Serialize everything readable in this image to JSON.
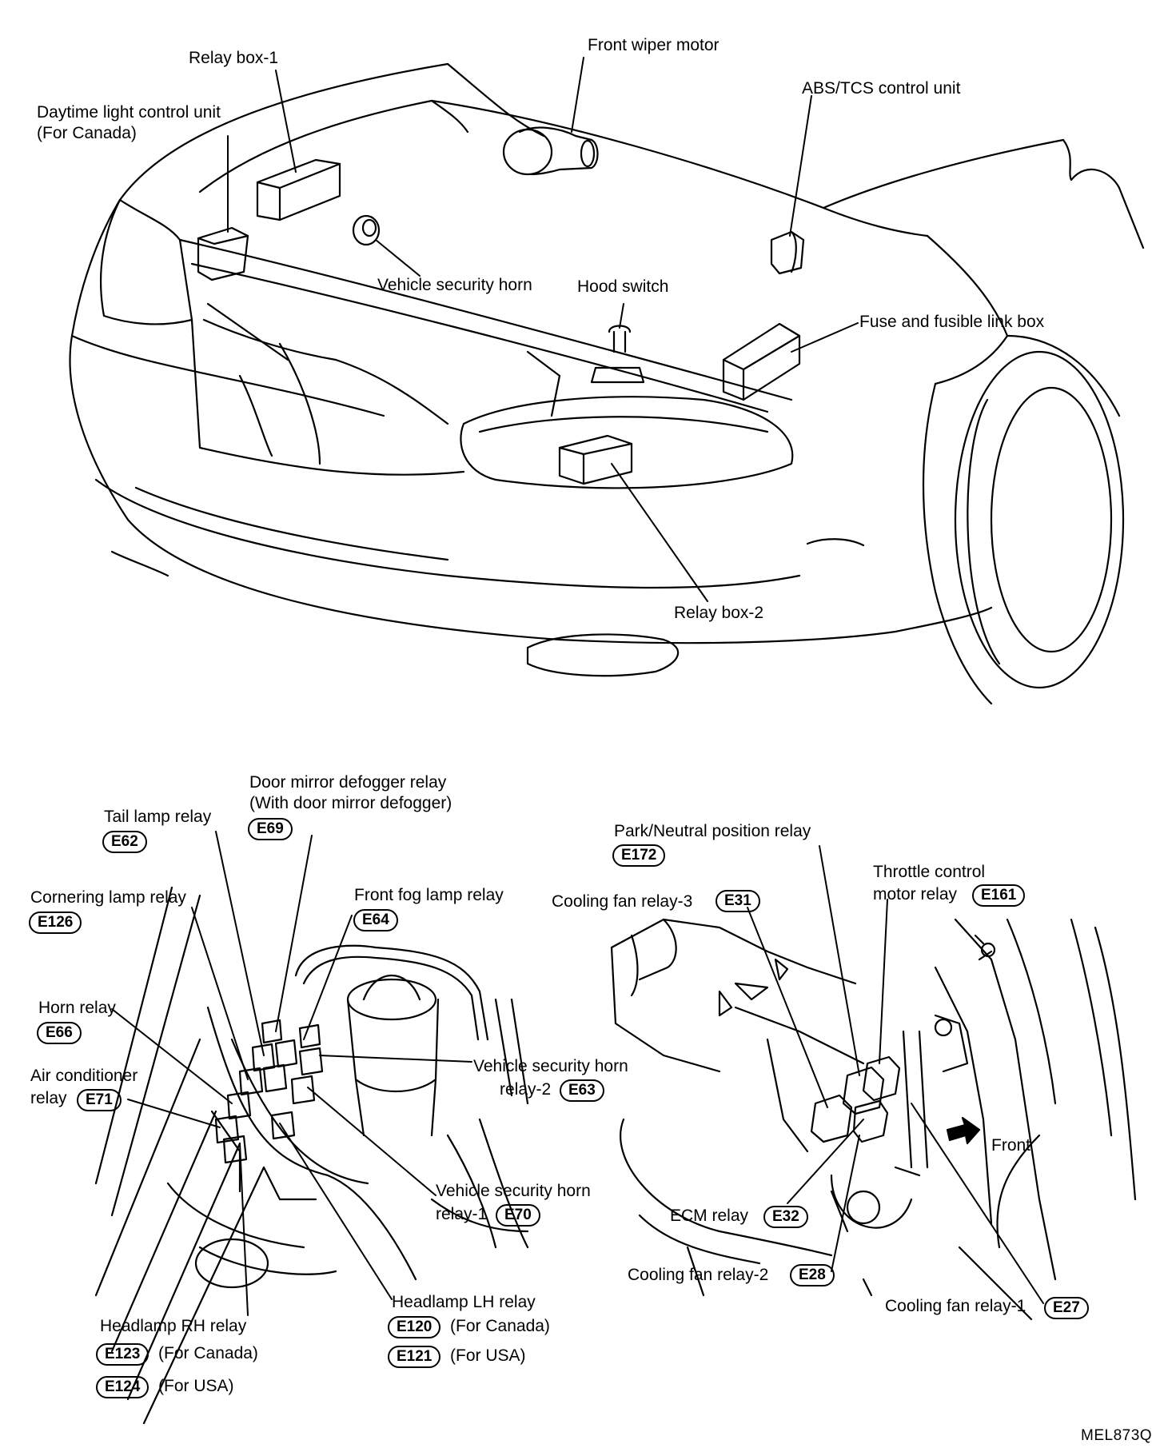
{
  "top_labels": {
    "relay_box_1": "Relay box-1",
    "front_wiper_motor": "Front wiper motor",
    "abs_tcs_control_unit": "ABS/TCS control unit",
    "daytime_light_line1": "Daytime light control unit",
    "daytime_light_line2": "(For Canada)",
    "vehicle_security_horn": "Vehicle security horn",
    "hood_switch": "Hood switch",
    "fuse_fusible_link_box": "Fuse and fusible link box",
    "relay_box_2": "Relay box-2"
  },
  "left_relays": {
    "door_mirror_line1": "Door mirror defogger relay",
    "door_mirror_line2": "(With door mirror defogger)",
    "door_mirror_code": "E69",
    "tail_lamp": "Tail lamp relay",
    "tail_lamp_code": "E62",
    "cornering_lamp": "Cornering lamp relay",
    "cornering_lamp_code": "E126",
    "front_fog_lamp": "Front fog lamp relay",
    "front_fog_lamp_code": "E64",
    "horn_relay": "Horn relay",
    "horn_relay_code": "E66",
    "air_cond_line1": "Air conditioner",
    "air_cond_line2": "relay",
    "air_cond_code": "E71",
    "vsh2_line1": "Vehicle security horn",
    "vsh2_line2": "relay-2",
    "vsh2_code": "E63",
    "vsh1_line1": "Vehicle security horn",
    "vsh1_line2": "relay-1",
    "vsh1_code": "E70",
    "headlamp_lh": "Headlamp LH relay",
    "headlamp_lh_code_canada": "E120",
    "headlamp_lh_note_canada": "(For Canada)",
    "headlamp_lh_code_usa": "E121",
    "headlamp_lh_note_usa": "(For USA)",
    "headlamp_rh": "Headlamp RH relay",
    "headlamp_rh_code_canada": "E123",
    "headlamp_rh_note_canada": "(For Canada)",
    "headlamp_rh_code_usa": "E124",
    "headlamp_rh_note_usa": "(For USA)"
  },
  "right_relays": {
    "park_neutral": "Park/Neutral position relay",
    "park_neutral_code": "E172",
    "throttle_line1": "Throttle control",
    "throttle_line2": "motor relay",
    "throttle_code": "E161",
    "cooling_fan_3": "Cooling fan relay-3",
    "cooling_fan_3_code": "E31",
    "front": "Front",
    "ecm_relay": "ECM relay",
    "ecm_relay_code": "E32",
    "cooling_fan_2": "Cooling fan relay-2",
    "cooling_fan_2_code": "E28",
    "cooling_fan_1": "Cooling fan relay-1",
    "cooling_fan_1_code": "E27"
  },
  "figure_code": "MEL873Q"
}
